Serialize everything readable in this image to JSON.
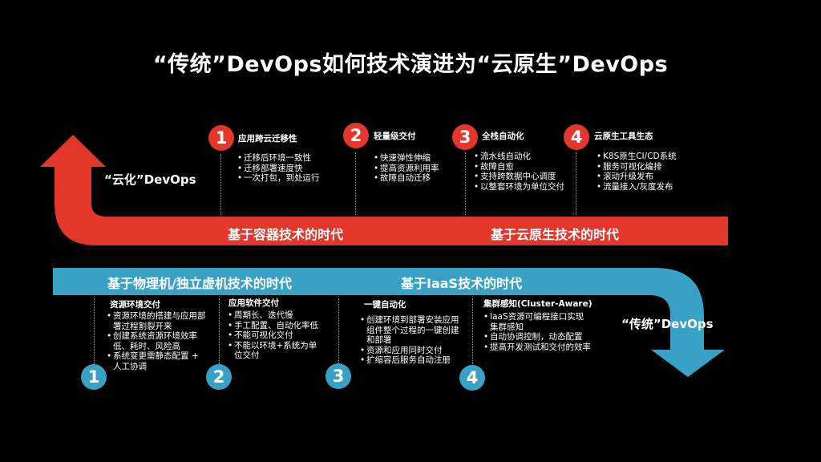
{
  "title": "“传统”DevOps如何技术演进为“云原生”DevOps",
  "cloud_label": "“云化”DevOps",
  "traditional_label": "“传统”DevOps",
  "colors": {
    "red": "#e2372a",
    "blue": "#3aa1c6"
  },
  "red_band": {
    "era1": "基于容器技术的时代",
    "era2": "基于云原生技术的时代"
  },
  "blue_band": {
    "era1": "基于物理机/独立虚机技术的时代",
    "era2": "基于IaaS技术的时代"
  },
  "top_stages": [
    {
      "num": "1",
      "head": "应用跨云迁移性",
      "items": [
        "迁移后环境一致性",
        "迁移部署速度快",
        "一次打包，到处运行"
      ]
    },
    {
      "num": "2",
      "head": "轻量级交付",
      "items": [
        "快速弹性伸缩",
        "提高资源利用率",
        "故障自动迁移"
      ]
    },
    {
      "num": "3",
      "head": "全栈自动化",
      "items": [
        "流水线自动化",
        "故障自愈",
        "支持跨数据中心调度",
        "以整套环境为单位交付"
      ]
    },
    {
      "num": "4",
      "head": "云原生工具生态",
      "items": [
        "K8S原生CI/CD系统",
        "服务可视化编排",
        "滚动升级发布",
        "流量接入/灰度发布"
      ]
    }
  ],
  "bottom_stages": [
    {
      "num": "1",
      "head": "资源环境交付",
      "items": [
        "资源环境的搭建与应用部署过程割裂开来",
        "创建系统资源环境效率低、耗时、风险高",
        "系统变更需静态配置 + 人工协调"
      ]
    },
    {
      "num": "2",
      "head": "应用软件交付",
      "items": [
        "周期长、迭代慢",
        "手工配置、自动化率低",
        "不能可视化交付",
        "不能以环境+系统为单位交付"
      ]
    },
    {
      "num": "3",
      "head": "一键自动化",
      "items": [
        "创建环境到部署安装应用组件整个过程的一键创建和部署",
        "资源和应用同时交付",
        "扩缩容后服务自动注册"
      ]
    },
    {
      "num": "4",
      "head": "集群感知(Cluster-Aware)",
      "items": [
        "IaaS资源可编程接口实现集群感知",
        "自动协调控制，动态配置",
        "提高开发测试和交付的效率"
      ]
    }
  ]
}
